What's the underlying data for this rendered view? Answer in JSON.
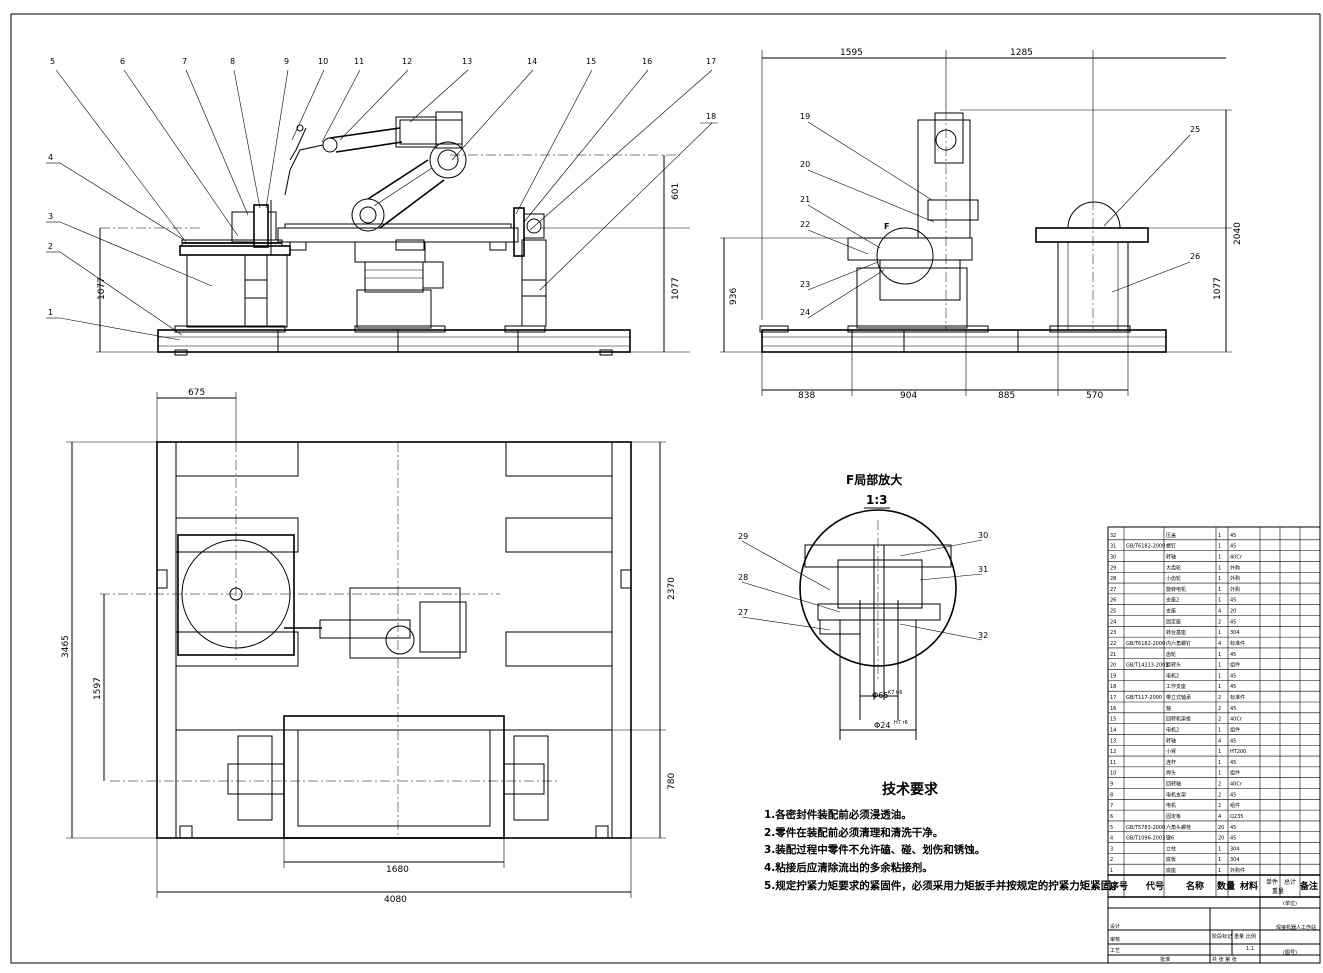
{
  "notes": {
    "title": "技术要求",
    "items": [
      "1.各密封件装配前必须浸透油。",
      "2.零件在装配前必须清理和清洗干净。",
      "3.装配过程中零件不允许磕、碰、划伤和锈蚀。",
      "4.粘接后应清除流出的多余粘接剂。",
      "5.规定拧紧力矩要求的紧固件，必须采用力矩扳手并按规定的拧紧力矩紧固。"
    ]
  },
  "detail": {
    "title": "F局部放大",
    "scale": "1:3",
    "marker": "F",
    "dia_65": "Φ65",
    "dia_65_tol": "K7 h6",
    "dia_24": "Φ24",
    "dia_24_tol": "H7 r6"
  },
  "front_view": {
    "dim_1077": "1077",
    "dim_601": "601",
    "dim_1077_right": "1077",
    "balloons": [
      "1",
      "2",
      "3",
      "4",
      "5",
      "6",
      "7",
      "8",
      "9",
      "10",
      "11",
      "12",
      "13",
      "14",
      "15",
      "16",
      "17",
      "18"
    ]
  },
  "side_view": {
    "dim_1595": "1595",
    "dim_1285": "1285",
    "dim_2040": "2040",
    "dim_936": "936",
    "dim_1077": "1077",
    "dim_838": "838",
    "dim_904": "904",
    "dim_885": "885",
    "dim_570": "570",
    "balloons": [
      "19",
      "20",
      "21",
      "22",
      "23",
      "24",
      "25",
      "26"
    ]
  },
  "top_view": {
    "dim_675": "675",
    "dim_3465": "3465",
    "dim_1597": "1597",
    "dim_2370": "2370",
    "dim_780": "780",
    "dim_1680": "1680",
    "dim_4080": "4080"
  },
  "detail_balloons": [
    "27",
    "28",
    "29",
    "30",
    "31",
    "32"
  ],
  "bom": {
    "headers": {
      "seq": "序号",
      "code": "代号",
      "name": "名称",
      "qty": "数量",
      "material": "材料",
      "unit_w": "单件",
      "total_w": "总计",
      "weight": "重量",
      "remark": "备注"
    },
    "rows": [
      [
        "32",
        "",
        "压盖",
        "1",
        "45",
        ""
      ],
      [
        "31",
        "GB/T6182-2000",
        "螺钉",
        "1",
        "45",
        ""
      ],
      [
        "30",
        "",
        "转轴",
        "1",
        "40Cr",
        ""
      ],
      [
        "29",
        "",
        "大齿轮",
        "1",
        "外购",
        ""
      ],
      [
        "28",
        "",
        "小齿轮",
        "1",
        "外购",
        ""
      ],
      [
        "27",
        "",
        "旋转电机",
        "1",
        "外购",
        ""
      ],
      [
        "26",
        "",
        "支座2",
        "1",
        "45",
        ""
      ],
      [
        "25",
        "",
        "支座",
        "4",
        "20",
        ""
      ],
      [
        "24",
        "",
        "固定座",
        "2",
        "45",
        ""
      ],
      [
        "23",
        "",
        "转台基座",
        "1",
        "304",
        ""
      ],
      [
        "22",
        "GB/T6182-2000",
        "内六角螺钉",
        "4",
        "标准件",
        ""
      ],
      [
        "21",
        "",
        "齿轮",
        "1",
        "45",
        ""
      ],
      [
        "20",
        "GB/T14213-2003",
        "旋转头",
        "1",
        "组件",
        ""
      ],
      [
        "19",
        "",
        "电机2",
        "1",
        "45",
        ""
      ],
      [
        "18",
        "",
        "工作支座",
        "1",
        "45",
        ""
      ],
      [
        "17",
        "GB/T117-2000",
        "带立式轴承",
        "2",
        "标准件",
        ""
      ],
      [
        "16",
        "",
        "轴",
        "2",
        "45",
        ""
      ],
      [
        "15",
        "",
        "回转机架板",
        "2",
        "40Cr",
        ""
      ],
      [
        "14",
        "",
        "电机2",
        "1",
        "组件",
        ""
      ],
      [
        "13",
        "",
        "转轴",
        "4",
        "45",
        ""
      ],
      [
        "12",
        "",
        "小臂",
        "1",
        "HT200",
        ""
      ],
      [
        "11",
        "",
        "连杆",
        "1",
        "45",
        ""
      ],
      [
        "10",
        "",
        "焊头",
        "1",
        "组件",
        ""
      ],
      [
        "9",
        "",
        "回转轴",
        "2",
        "40Cr",
        ""
      ],
      [
        "8",
        "",
        "电机支架",
        "2",
        "45",
        ""
      ],
      [
        "7",
        "",
        "电机",
        "2",
        "组件",
        ""
      ],
      [
        "6",
        "",
        "固定板",
        "4",
        "Q235",
        ""
      ],
      [
        "5",
        "GB/T5783-2000",
        "六角头螺栓",
        "20",
        "45",
        ""
      ],
      [
        "4",
        "GB/T1096-2003",
        "键6",
        "20",
        "45",
        ""
      ],
      [
        "3",
        "",
        "立柱",
        "1",
        "304",
        ""
      ],
      [
        "2",
        "",
        "底板",
        "1",
        "304",
        ""
      ],
      [
        "1",
        "",
        "底座",
        "1",
        "外购件",
        ""
      ]
    ],
    "title_block": {
      "unit": "(单位)",
      "drawing_name": "焊接机器人工作站",
      "drawing_no": "(图号)",
      "scale": "1:1",
      "stage": "阶段标记",
      "weight_lbl": "重量",
      "scale_lbl": "比例",
      "design": "设计",
      "review": "审核",
      "process": "工艺",
      "approve": "批准",
      "sheet": "共 张 第 张"
    }
  }
}
